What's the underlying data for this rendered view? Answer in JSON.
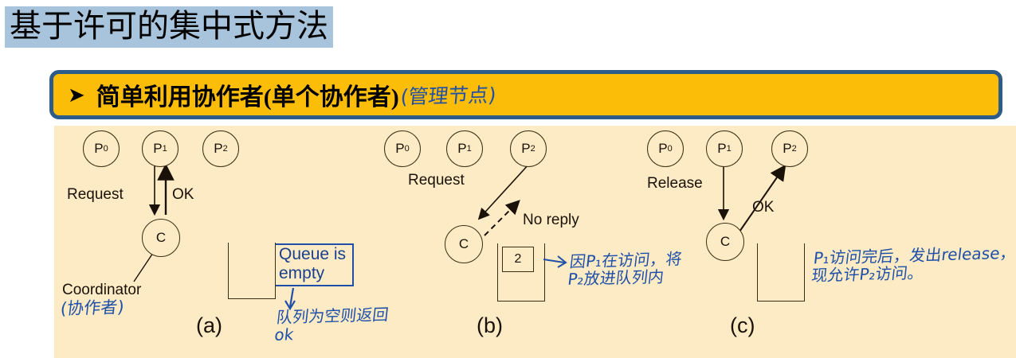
{
  "slide": {
    "title": "基于许可的集中式方法",
    "title_highlight_color": "#A8C4DC"
  },
  "banner": {
    "bullet_icon": "arrow-right-triangle",
    "text": "简单利用协作者(单个协作者)",
    "handwritten_note": "(管理节点)",
    "fill_color": "#FBBD08",
    "border_color": "#2E5C8A",
    "handwriting_color": "#1F4FA8"
  },
  "panel": {
    "background_color": "#FCEBC4"
  },
  "figures": [
    {
      "id": "a",
      "caption": "(a)",
      "nodes": [
        "P",
        "P",
        "P"
      ],
      "node_labels": [
        "P0",
        "P1",
        "P2"
      ],
      "coordinator_label": "C",
      "arrow_labels": [
        "Request",
        "OK"
      ],
      "coordinator_caption": "Coordinator",
      "coordinator_handwritten": "(协作者)",
      "queue_annotation": "Queue is\nempty",
      "queue_handwritten": "队列为空则返回\nok"
    },
    {
      "id": "b",
      "caption": "(b)",
      "node_labels": [
        "P0",
        "P1",
        "P2"
      ],
      "coordinator_label": "C",
      "arrow_labels": [
        "Request",
        "No reply"
      ],
      "queue_entry": "2",
      "handwritten": "因P₁在访问，将\nP₂放进队列内"
    },
    {
      "id": "c",
      "caption": "(c)",
      "node_labels": [
        "P0",
        "P1",
        "P2"
      ],
      "coordinator_label": "C",
      "arrow_labels": [
        "Release",
        "OK"
      ],
      "handwritten": "P₁访问完后，发出release，\n现允许P₂访问。"
    }
  ]
}
